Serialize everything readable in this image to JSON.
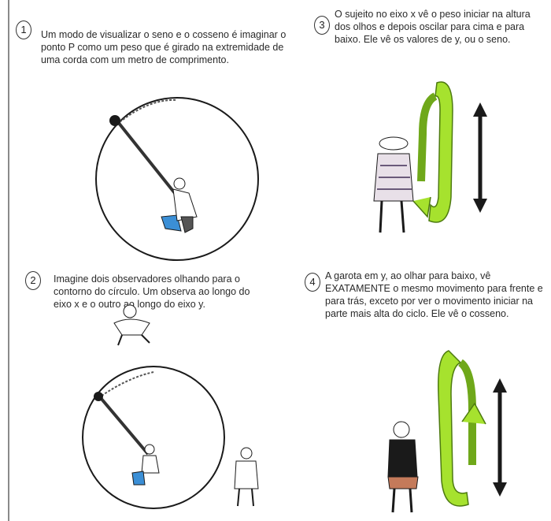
{
  "panels": [
    {
      "number": "1",
      "text": "Um modo de visualizar o seno e o cosseno é imaginar o ponto P como um peso que é girado na extremidade de uma corda com um metro de comprimento."
    },
    {
      "number": "2",
      "text": "Imagine dois observadores olhando para o contorno do círculo. Um observa ao longo do eixo x e o outro ao longo do eixo y."
    },
    {
      "number": "3",
      "text": "O sujeito no eixo x vê o peso iniciar na altura dos olhos e depois oscilar para cima e para baixo. Ele vê os valores de y, ou o seno."
    },
    {
      "number": "4",
      "text": "A garota em y, ao olhar para baixo, vê EXATAMENTE o mesmo movimento para frente e para trás, exceto por ver o movimento iniciar na parte mais alta do ciclo. Ele vê o cosseno."
    }
  ],
  "colors": {
    "ribbon": "#a6e22e",
    "ribbon_dark": "#6fa81a",
    "shirt_blue": "#3b8fd6",
    "ink": "#1a1a1a"
  }
}
